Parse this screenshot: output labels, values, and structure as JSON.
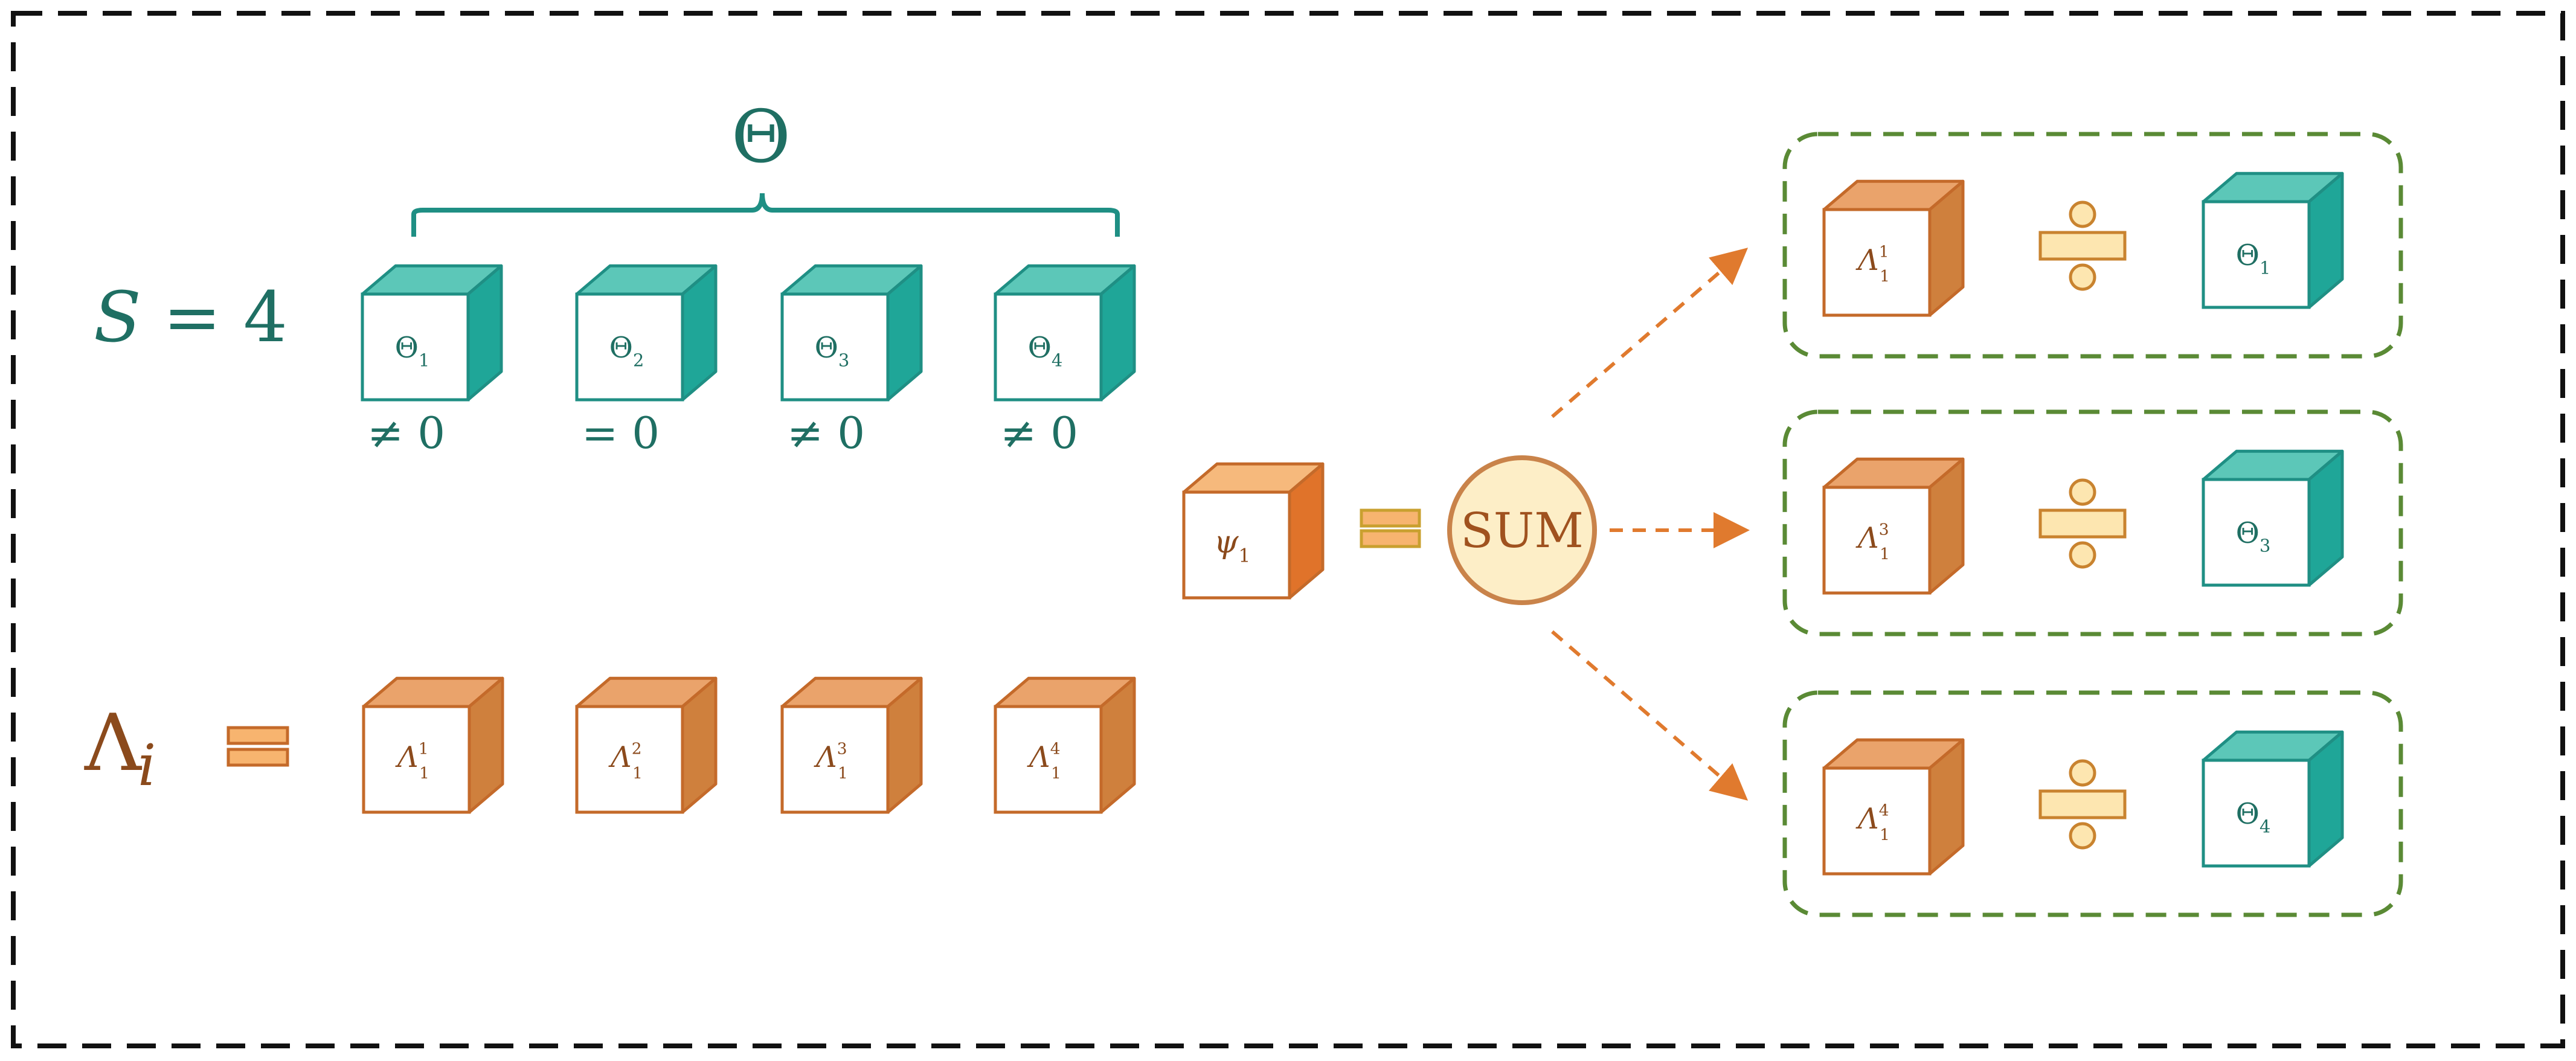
{
  "theta_group": {
    "top_label": "Θ",
    "s_label_var": "S",
    "s_label_eq": "= 4",
    "cubes": [
      {
        "base": "Θ",
        "sub": "1",
        "condition": "≠ 0"
      },
      {
        "base": "Θ",
        "sub": "2",
        "condition": "= 0"
      },
      {
        "base": "Θ",
        "sub": "3",
        "condition": "≠ 0"
      },
      {
        "base": "Θ",
        "sub": "4",
        "condition": "≠ 0"
      }
    ]
  },
  "lambda_group": {
    "label_base": "Λ",
    "label_sub": "i",
    "cubes": [
      {
        "base": "Λ",
        "sub": "1",
        "sup": "1"
      },
      {
        "base": "Λ",
        "sub": "1",
        "sup": "2"
      },
      {
        "base": "Λ",
        "sub": "1",
        "sup": "3"
      },
      {
        "base": "Λ",
        "sub": "1",
        "sup": "4"
      }
    ]
  },
  "psi_cube": {
    "base": "ψ",
    "sub": "1"
  },
  "sum_node": {
    "label": "SUM"
  },
  "result_boxes": [
    {
      "num_base": "Λ",
      "num_sub": "1",
      "num_sup": "1",
      "den_base": "Θ",
      "den_sub": "1"
    },
    {
      "num_base": "Λ",
      "num_sub": "1",
      "num_sup": "3",
      "den_base": "Θ",
      "den_sub": "3"
    },
    {
      "num_base": "Λ",
      "num_sub": "1",
      "num_sup": "4",
      "den_base": "Θ",
      "den_sub": "4"
    }
  ],
  "colors": {
    "teal_front_stroke": "#1f8f84",
    "teal_top": "#5cc7b8",
    "teal_side": "#1fa698",
    "orange_front_stroke": "#c46a2a",
    "orange_top": "#eaa36b",
    "orange_side": "#cf803d",
    "psi_top": "#f6b97c",
    "psi_side": "#e0732a",
    "sum_fill": "#fdeec7",
    "sum_stroke": "#c9834a",
    "arrow": "#e07a2e",
    "green_dash": "#5a8a35",
    "divide_fill": "#fde6b0",
    "divide_stroke": "#c9832f",
    "equals_fill": "#f7b46f"
  }
}
